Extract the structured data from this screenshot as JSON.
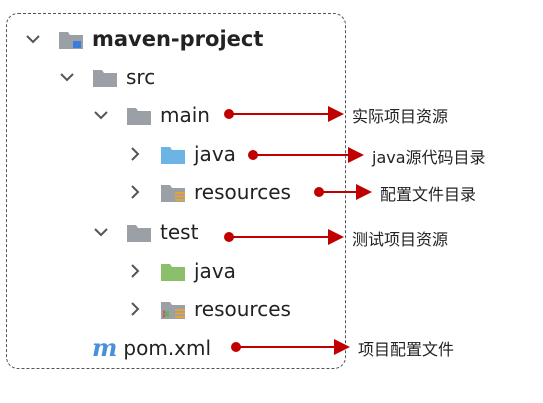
{
  "tree": {
    "project": "maven-project",
    "src": "src",
    "main": "main",
    "main_java": "java",
    "main_resources": "resources",
    "test": "test",
    "test_java": "java",
    "test_resources": "resources",
    "pom": "pom.xml"
  },
  "annotations": {
    "main": "实际项目资源",
    "java": "java源代码目录",
    "resources": "配置文件目录",
    "test": "测试项目资源",
    "pom": "项目配置文件"
  },
  "colors": {
    "arrow": "#c00000",
    "folder_gray": "#9aa0a6",
    "folder_blue": "#6cb4e4",
    "folder_green": "#8cbf6a",
    "maven_blue": "#4a90d9"
  }
}
